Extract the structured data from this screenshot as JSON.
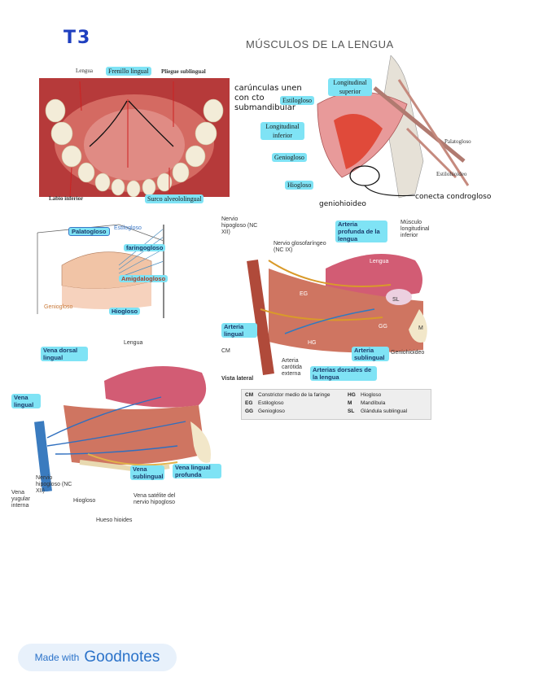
{
  "handwritten_code": "T3",
  "title": "MÚSCULOS DE LA LENGUA",
  "fig1": {
    "labels": {
      "lengua": "Lengua",
      "frenillo": "Frenillo lingual",
      "pliegue": "Pliegue sublingual",
      "labio": "Labio inferior",
      "surco": "Surco alveololingual"
    },
    "note": "carúnculas unen con cto submandibular"
  },
  "fig2": {
    "labels": {
      "longitudinal_superior": "Longitudinal superior",
      "estilogloso": "Estilogloso",
      "longitudinal_inferior": "Longitudinal inferior",
      "geniogloso": "Geniogloso",
      "hiogloso": "Hiogloso",
      "palatogloso": "Palatogloso",
      "estilohioideo": "Estilohioideo"
    },
    "note_geniohioideo": "geniohioideo",
    "note_condrogloso": "conecta condrogloso"
  },
  "fig3": {
    "labels": {
      "palatogloso": "Palatogloso",
      "estilogloso": "Estilogloso",
      "faringogloso": "faringogloso",
      "amigdalogloso": "Amigdalogloso",
      "geniogloso": "Geniogloso",
      "hiogloso": "Hiogloso"
    }
  },
  "fig4": {
    "labels": {
      "nervio_hipogloso": "Nervio hipogloso (NC XII)",
      "arteria_profunda": "Arteria profunda de la lengua",
      "musculo_longitudinal": "Músculo longitudinal inferior",
      "nervio_glosofaringeo": "Nervio glosofaríngeo (NC IX)",
      "lengua": "Lengua",
      "eg": "EG",
      "sl": "SL",
      "m": "M",
      "gg": "GG",
      "arteria_lingual": "Arteria lingual",
      "cm": "CM",
      "hg": "HG",
      "arteria_carotida": "Arteria carótida externa",
      "arteria_sublingual": "Arteria sublingual",
      "geniohioideo": "Geniohioideo",
      "vista_lateral": "Vista lateral",
      "arterias_dorsales": "Arterias dorsales de la lengua"
    },
    "legend": [
      {
        "code": "CM",
        "text": "Constrictor medio de la faringe",
        "code2": "HG",
        "text2": "Hiogloso"
      },
      {
        "code": "EG",
        "text": "Estilogloso",
        "code2": "M",
        "text2": "Mandíbula"
      },
      {
        "code": "GG",
        "text": "Geniogloso",
        "code2": "SL",
        "text2": "Glándula sublingual"
      }
    ]
  },
  "fig5": {
    "labels": {
      "lengua": "Lengua",
      "vena_dorsal": "Vena dorsal lingual",
      "vena_lingual": "Vena lingual",
      "nervio_hipogloso": "Nervio hipogloso (NC XII)",
      "vena_yugular": "Vena yugular interna",
      "hiogloso": "Hiogloso",
      "hueso_hioides": "Hueso hioides",
      "vena_satelite": "Vena satélite del nervio hipogloso",
      "vena_sublingual": "Vena sublingual",
      "vena_lingual_profunda": "Vena lingual profunda"
    }
  },
  "badge": {
    "prefix": "Made with",
    "brand": "Goodnotes"
  }
}
